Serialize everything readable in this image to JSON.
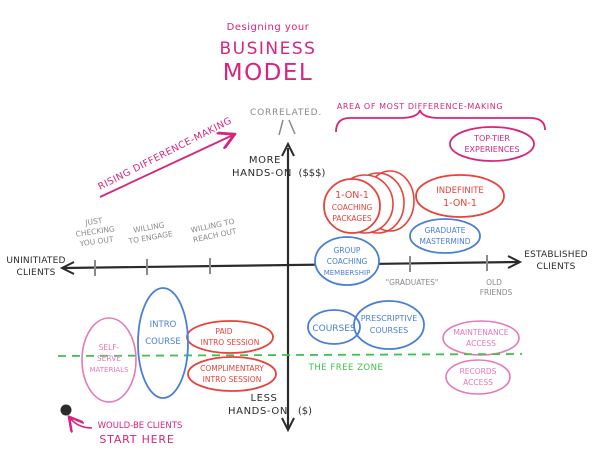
{
  "title": {
    "line1": "Designing your",
    "line2": "Business",
    "line3": "Model"
  },
  "correlated": "Correlated.",
  "area_label": "Area of most difference-making",
  "rising_label": "Rising Difference-Making",
  "axes": {
    "top_label_1": "More",
    "top_label_2": "Hands-on",
    "top_price": "($$$)",
    "bottom_label_1": "Less",
    "bottom_label_2": "Hands-on",
    "bottom_price": "($)",
    "left_label_1": "Uninitiated",
    "left_label_2": "Clients",
    "right_label_1": "Established",
    "right_label_2": "Clients"
  },
  "ticks": {
    "checking": [
      "Just",
      "checking",
      "you out"
    ],
    "willing_engage": [
      "Willing",
      "to engage"
    ],
    "willing_reach": [
      "Willing to",
      "reach out"
    ],
    "graduates": "\"Graduates\"",
    "old_friends": [
      "Old",
      "friends"
    ]
  },
  "offerings": {
    "top_tier": [
      "Top-tier",
      "experiences"
    ],
    "one_on_one": [
      "1-on-1",
      "coaching",
      "packages"
    ],
    "indefinite": [
      "Indefinite",
      "1-on-1"
    ],
    "graduate_mastermind": [
      "Graduate",
      "Mastermind"
    ],
    "group_coaching": [
      "Group",
      "coaching",
      "membership"
    ],
    "courses": "Courses",
    "prescriptive": [
      "Prescriptive",
      "Courses"
    ],
    "maintenance": [
      "Maintenance",
      "access"
    ],
    "records": [
      "Records",
      "access"
    ],
    "paid_intro": [
      "Paid",
      "intro session"
    ],
    "complimentary": [
      "Complimentary",
      "intro session"
    ],
    "intro_course": [
      "Intro",
      "Course"
    ],
    "self_serve": [
      "Self-",
      "serve",
      "materials"
    ]
  },
  "free_zone": "The free zone",
  "start": {
    "line1": "Would-be clients",
    "line2": "start here"
  },
  "colors": {
    "magenta": "#d8247e",
    "red": "#e8423a",
    "blue": "#4a7fd8",
    "pink": "#e678b8",
    "green": "#3fc24a",
    "gray": "#8a8a8a",
    "dark": "#2b2b2b"
  }
}
